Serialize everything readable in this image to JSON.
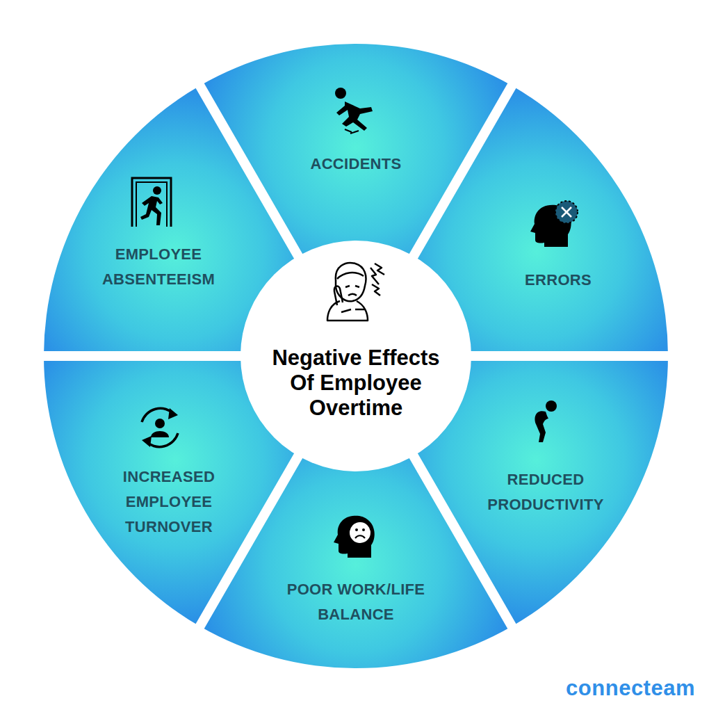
{
  "diagram": {
    "title": "Negative Effects Of Employee Overtime",
    "nodes": [
      {
        "text": [
          "ACCIDENTS"
        ]
      },
      {
        "text": [
          "ERRORS"
        ]
      },
      {
        "text": [
          "REDUCED PRODUCTIVITY"
        ]
      },
      {
        "text": [
          "POOR WORK/LIFE BALANCE"
        ]
      },
      {
        "text": [
          "INCREASED EMPLOYEE TURNOVER"
        ]
      },
      {
        "text": [
          "EMPLOYEE ABSENTEEISM"
        ]
      }
    ],
    "labels": [
      "connecteam"
    ]
  }
}
